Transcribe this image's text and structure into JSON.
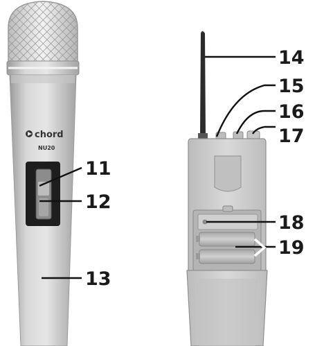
{
  "mic": {
    "brand": "chord",
    "model": "NU20"
  },
  "callouts": {
    "c11": "11",
    "c12": "12",
    "c13": "13",
    "c14": "14",
    "c15": "15",
    "c16": "16",
    "c17": "17",
    "c18": "18",
    "c19": "19"
  },
  "colors": {
    "body": "#cfcfcf",
    "body_shade": "#a9a9a9",
    "line": "#111111",
    "text": "#1a1a1a"
  }
}
